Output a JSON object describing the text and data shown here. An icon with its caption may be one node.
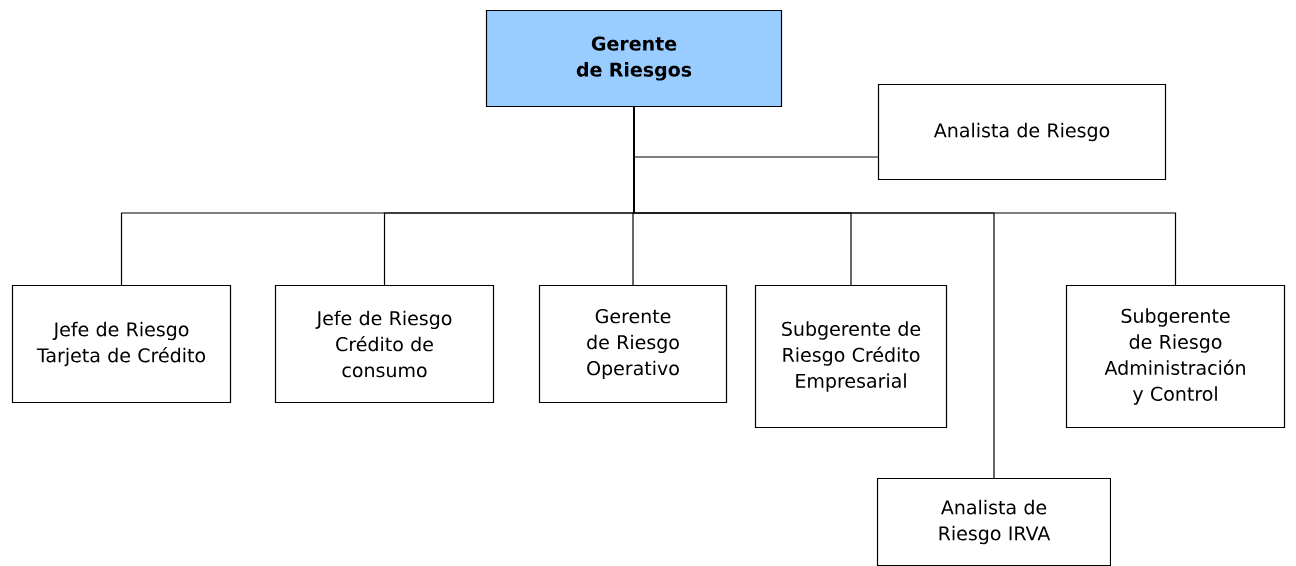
{
  "diagram": {
    "nodes": [
      {
        "text": [
          "Gerente de Riesgos"
        ]
      },
      {
        "text": [
          "Analista de Riesgo"
        ]
      },
      {
        "text": [
          "Jefe de Riesgo Tarjeta de Crédito"
        ]
      },
      {
        "text": [
          "Jefe de Riesgo Crédito de consumo"
        ]
      },
      {
        "text": [
          "Gerente de Riesgo Operativo"
        ]
      },
      {
        "text": [
          "Subgerente de Riesgo Crédito Empresarial"
        ]
      },
      {
        "text": [
          "Analista de Riesgo IRVA"
        ]
      },
      {
        "text": [
          "Subgerente de Riesgo Administración y Control"
        ]
      }
    ],
    "edges": [
      {
        "from": 0,
        "to": 1,
        "arrow": "none"
      },
      {
        "from": 0,
        "to": 2,
        "arrow": "none"
      },
      {
        "from": 0,
        "to": 3,
        "arrow": "none"
      },
      {
        "from": 0,
        "to": 4,
        "arrow": "none"
      },
      {
        "from": 0,
        "to": 5,
        "arrow": "none"
      },
      {
        "from": 0,
        "to": 6,
        "arrow": "none"
      },
      {
        "from": 0,
        "to": 7,
        "arrow": "none"
      }
    ]
  }
}
